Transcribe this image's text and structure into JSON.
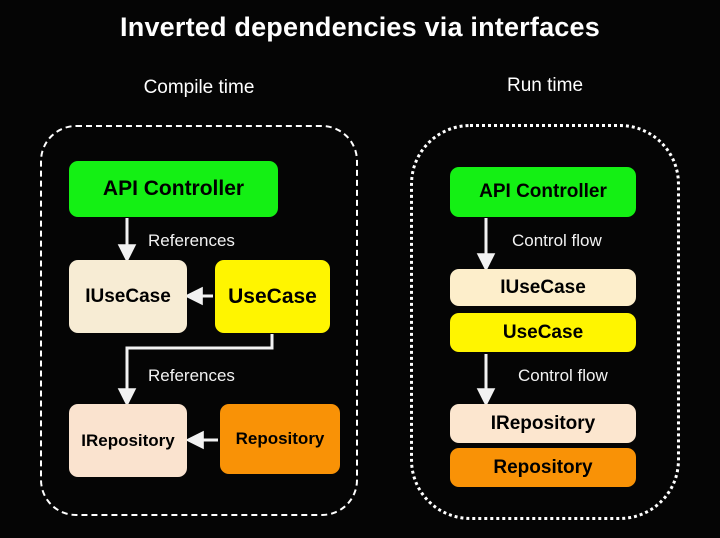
{
  "title": "Inverted dependencies via interfaces",
  "colors": {
    "background": "#050505",
    "panel_border": "#ffffff",
    "text_light": "#ffffff",
    "edge": "#f2f2f2",
    "green": "#14f014",
    "yellow": "#fff500",
    "orange": "#f99206",
    "cream_usecase": "#f7ecd4",
    "cream_repository": "#fae3cf"
  },
  "panels": [
    {
      "id": "compile-time",
      "caption": "Compile time",
      "border_style": "dashed",
      "nodes": [
        {
          "id": "api-controller",
          "label": "API Controller",
          "color": "#14f014",
          "kind": "concrete"
        },
        {
          "id": "iusecase",
          "label": "IUseCase",
          "color": "#f7ecd4",
          "kind": "interface"
        },
        {
          "id": "usecase",
          "label": "UseCase",
          "color": "#fff500",
          "kind": "concrete"
        },
        {
          "id": "irepository",
          "label": "IRepository",
          "color": "#fae3cf",
          "kind": "interface"
        },
        {
          "id": "repository",
          "label": "Repository",
          "color": "#f99206",
          "kind": "concrete"
        }
      ],
      "edges": [
        {
          "from": "api-controller",
          "to": "iusecase",
          "label": "References"
        },
        {
          "from": "usecase",
          "to": "iusecase",
          "label": ""
        },
        {
          "from": "usecase",
          "to": "irepository",
          "label": "References"
        },
        {
          "from": "repository",
          "to": "irepository",
          "label": ""
        }
      ]
    },
    {
      "id": "run-time",
      "caption": "Run time",
      "border_style": "dotted",
      "nodes": [
        {
          "id": "api-controller",
          "label": "API Controller",
          "color": "#14f014",
          "kind": "concrete"
        },
        {
          "id": "iusecase",
          "label": "IUseCase",
          "color": "#fdeecb",
          "kind": "interface"
        },
        {
          "id": "usecase",
          "label": "UseCase",
          "color": "#fff500",
          "kind": "concrete"
        },
        {
          "id": "irepository",
          "label": "IRepository",
          "color": "#fce6cf",
          "kind": "interface"
        },
        {
          "id": "repository",
          "label": "Repository",
          "color": "#f99206",
          "kind": "concrete"
        }
      ],
      "edges": [
        {
          "from": "api-controller",
          "to": "iusecase",
          "label": "Control flow"
        },
        {
          "from": "usecase",
          "to": "irepository",
          "label": "Control flow"
        }
      ]
    }
  ]
}
